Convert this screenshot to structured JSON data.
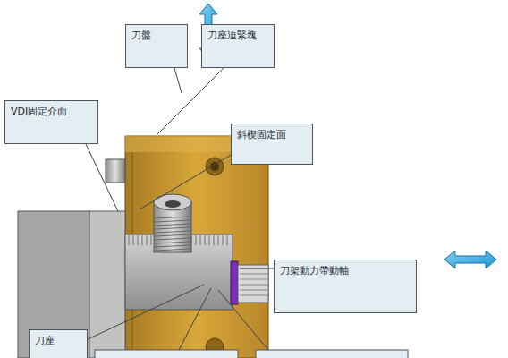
{
  "diagram": {
    "nodes": [
      {
        "text": [
          "刀盤"
        ]
      },
      {
        "text": [
          "刀座迫緊塊"
        ]
      },
      {
        "text": [
          "VDI固定介面"
        ]
      },
      {
        "text": [
          "斜楔固定面"
        ]
      },
      {
        "text": [
          "刀架動力帶動軸"
        ]
      },
      {
        "text": [
          "刀座"
        ]
      }
    ]
  }
}
